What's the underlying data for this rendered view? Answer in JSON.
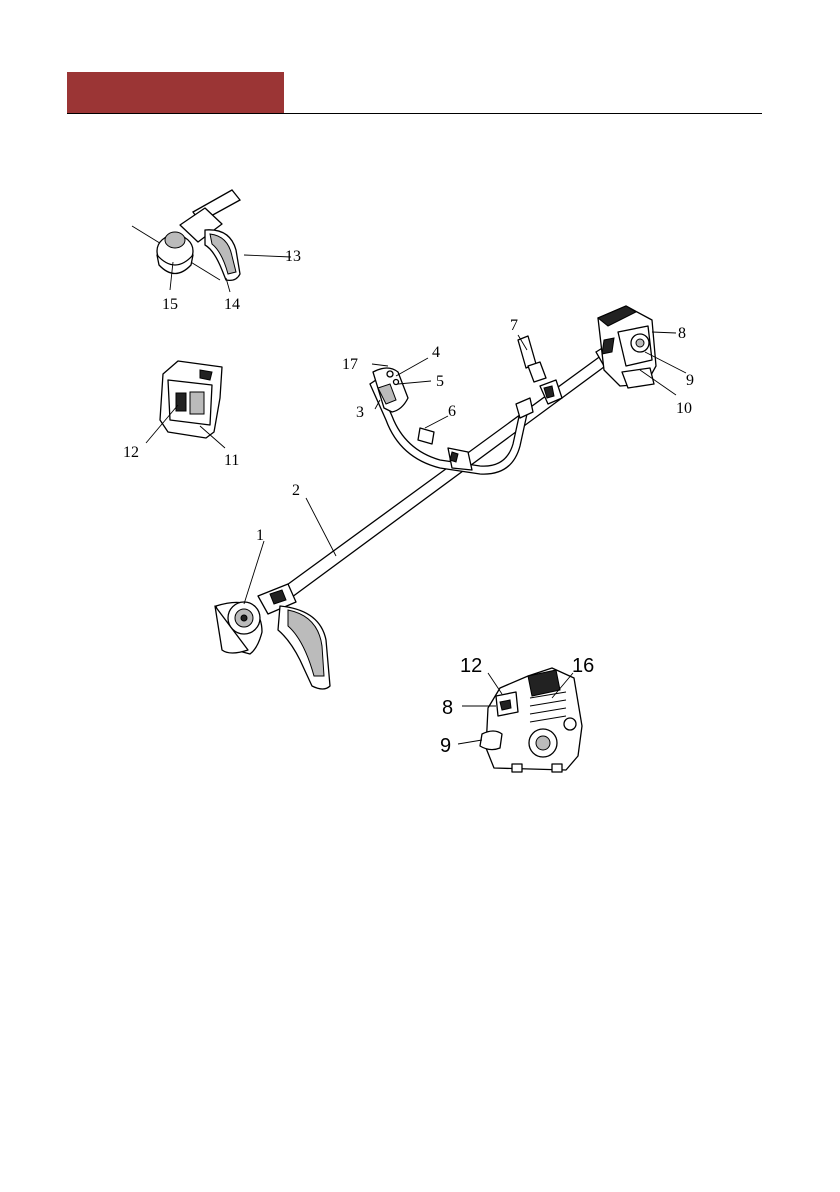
{
  "header": {
    "bar_color": "#9b3535",
    "rule_color": "#000000"
  },
  "labels": {
    "l1": "1",
    "l2": "2",
    "l3": "3",
    "l4": "4",
    "l5": "5",
    "l6": "6",
    "l7": "7",
    "l8": "8",
    "l9": "9",
    "l10": "10",
    "l11": "11",
    "l12": "12",
    "l13": "13",
    "l14": "14",
    "l15": "15",
    "l16": "16",
    "l17": "17",
    "engine_12": "12",
    "engine_16": "16",
    "engine_8": "8",
    "engine_9": "9"
  }
}
